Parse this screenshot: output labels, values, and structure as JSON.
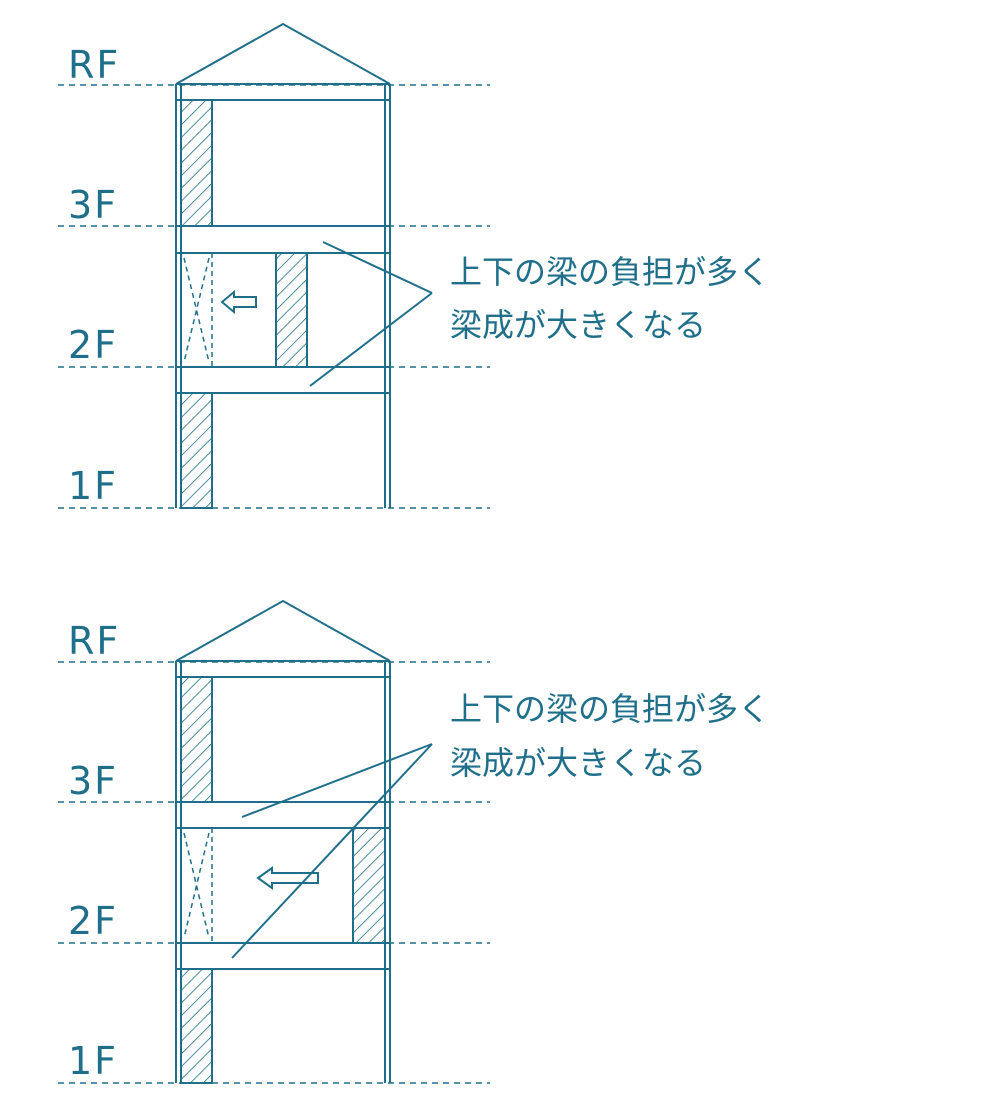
{
  "colors": {
    "line": "#1f6f8b",
    "background": "#ffffff"
  },
  "diagrams": [
    {
      "floor_labels": {
        "rf": "RF",
        "f3": "3F",
        "f2": "2F",
        "f1": "1F"
      },
      "annotation": {
        "line1": "上下の梁の負担が多く",
        "line2": "梁成が大きくなる"
      }
    },
    {
      "floor_labels": {
        "rf": "RF",
        "f3": "3F",
        "f2": "2F",
        "f1": "1F"
      },
      "annotation": {
        "line1": "上下の梁の負担が多く",
        "line2": "梁成が大きくなる"
      }
    }
  ]
}
